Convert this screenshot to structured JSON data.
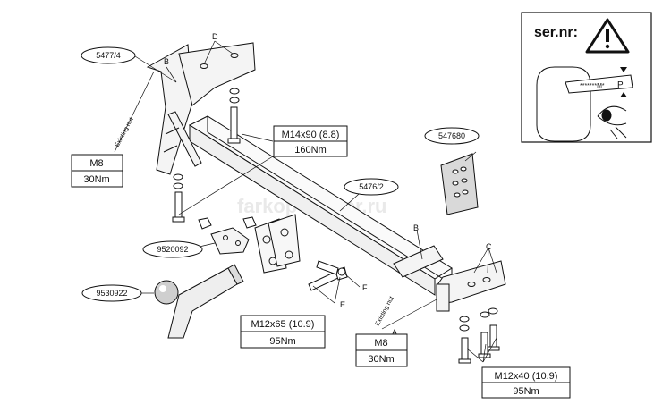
{
  "watermark": "farkop-center.ru",
  "part_labels": {
    "p5477": "5477/4",
    "p547680": "547680",
    "p5476": "5476/2",
    "p9520092": "9520092",
    "p9530922": "9530922"
  },
  "letters": {
    "A": "A",
    "B": "B",
    "C": "C",
    "D": "D",
    "E": "E",
    "F": "F"
  },
  "existing_nut": "Existing nut",
  "spec_boxes": {
    "m8_left": {
      "bolt": "M8",
      "torque": "30Nm"
    },
    "m14": {
      "bolt": "M14x90 (8.8)",
      "torque": "160Nm"
    },
    "m12x65": {
      "bolt": "M12x65 (10.9)",
      "torque": "95Nm"
    },
    "m8_right": {
      "bolt": "M8",
      "torque": "30Nm"
    },
    "m12x40": {
      "bolt": "M12x40 (10.9)",
      "torque": "95Nm"
    }
  },
  "sernr": {
    "title": "ser.nr:",
    "code": "*******M*",
    "letter": "P"
  }
}
